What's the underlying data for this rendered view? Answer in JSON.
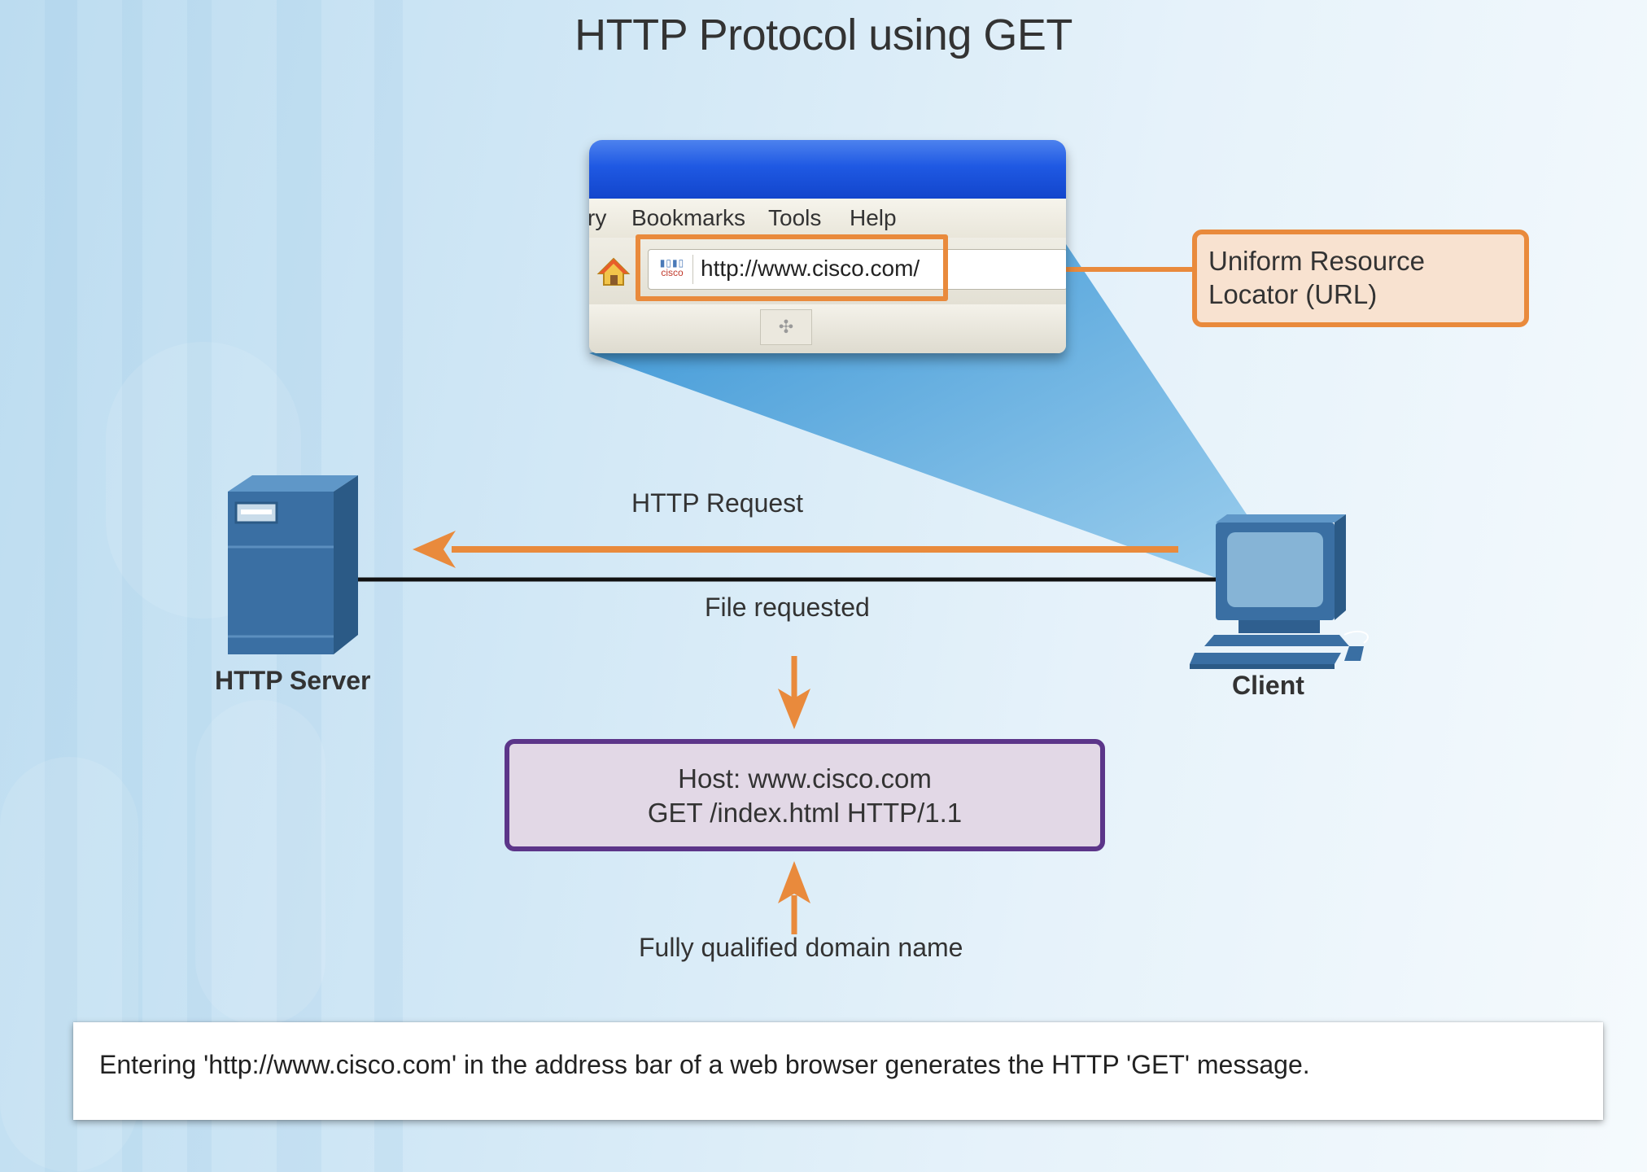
{
  "title": "HTTP Protocol using GET",
  "browser": {
    "menu_items": [
      {
        "label": "ry"
      },
      {
        "label": "Bookmarks"
      },
      {
        "label": "Tools"
      },
      {
        "label": "Help"
      }
    ],
    "url": "http://www.cisco.com/",
    "site_icon_text": "cisco",
    "status_button_glyph": "✣"
  },
  "callout": {
    "line1": "Uniform Resource",
    "line2": "Locator (URL)"
  },
  "labels": {
    "http_request": "HTTP Request",
    "file_requested": "File requested",
    "fqdn": "Fully qualified domain name",
    "server": "HTTP Server",
    "client": "Client"
  },
  "request_box": {
    "line1": "Host: www.cisco.com",
    "line2": "GET /index.html HTTP/1.1"
  },
  "caption": "Entering 'http://www.cisco.com' in the address bar of a web browser generates the HTTP 'GET' message.",
  "colors": {
    "accent_orange": "#e98a3c",
    "request_box_border": "#5c3589",
    "device_blue": "#3a6fa3",
    "beam_blue": "#4aa3dc"
  },
  "icons": [
    "home-icon",
    "server-icon",
    "client-computer-icon",
    "site-favicon-icon"
  ]
}
